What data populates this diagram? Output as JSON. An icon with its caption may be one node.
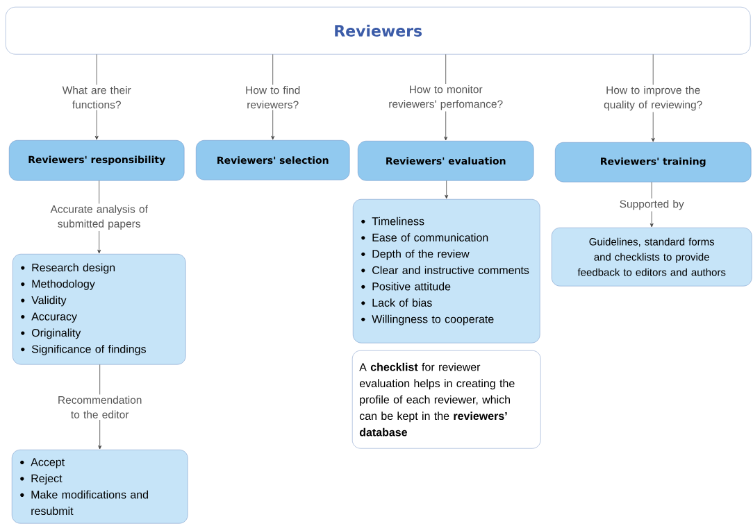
{
  "diagram": {
    "nodes": [
      {
        "text": [
          "Reviewers"
        ]
      },
      {
        "text": [
          "Reviewers' responsibility"
        ]
      },
      {
        "text": [
          "Reviewers' selection"
        ]
      },
      {
        "text": [
          "Reviewers' evaluation"
        ]
      },
      {
        "text": [
          "Reviewers' training"
        ]
      },
      {
        "text": [
          "Research design",
          "Methodology",
          "Validity",
          "Accuracy",
          "Originality",
          "Significance of findings"
        ]
      },
      {
        "text": [
          "Timeliness",
          "Ease of communication",
          "Depth of the review",
          "Clear and instructive comments",
          "Positive attitude",
          "Lack of bias",
          "Willingness to cooperate"
        ]
      },
      {
        "text": [
          "A **checklist** for reviewer evaluation helps in creating the profile of each reviewer, which can be kept in the **reviewers’ database**"
        ]
      },
      {
        "text": [
          "Guidelines, standard forms and checklists to provide feedback to editors and authors"
        ]
      },
      {
        "text": [
          "Accept",
          "Reject",
          "Make modifications and resubmit"
        ]
      }
    ],
    "edges": [
      {
        "from": 0,
        "to": 1,
        "arrow": "to",
        "label": "What are their functions?"
      },
      {
        "from": 0,
        "to": 2,
        "arrow": "to",
        "label": "How to find reviewers?"
      },
      {
        "from": 0,
        "to": 3,
        "arrow": "to",
        "label": "How to monitor reviewers' perfomance?"
      },
      {
        "from": 0,
        "to": 4,
        "arrow": "to",
        "label": "How to improve the quality of reviewing?"
      },
      {
        "from": 1,
        "to": 5,
        "arrow": "to",
        "label": "Accurate analysis of submitted papers"
      },
      {
        "from": 3,
        "to": 6,
        "arrow": "to"
      },
      {
        "from": 5,
        "to": 9,
        "arrow": "to",
        "label": "Recommendation to the editor"
      },
      {
        "from": 4,
        "to": 8,
        "arrow": "to",
        "label": "Supported by"
      }
    ]
  }
}
